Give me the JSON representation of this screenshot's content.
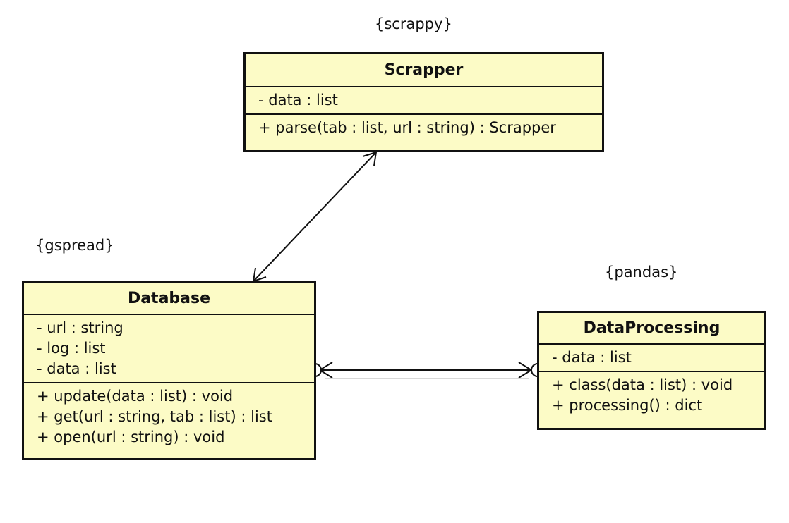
{
  "constraints": {
    "scrapper": "{scrappy}",
    "database": "{gspread}",
    "processing": "{pandas}"
  },
  "classes": {
    "scrapper": {
      "name": "Scrapper",
      "attributes": [
        "- data : list"
      ],
      "operations": [
        "+ parse(tab : list, url : string) : Scrapper"
      ]
    },
    "database": {
      "name": "Database",
      "attributes": [
        "- url : string",
        "- log : list",
        "- data : list"
      ],
      "operations": [
        "+ update(data : list) : void",
        "+ get(url : string, tab : list) : list",
        "+ open(url : string) : void"
      ]
    },
    "processing": {
      "name": "DataProcessing",
      "attributes": [
        "- data : list"
      ],
      "operations": [
        "+ class(data : list) : void",
        "+ processing() : dict"
      ]
    }
  },
  "colors": {
    "class_fill": "#fcfbc6",
    "stroke": "#111111"
  }
}
